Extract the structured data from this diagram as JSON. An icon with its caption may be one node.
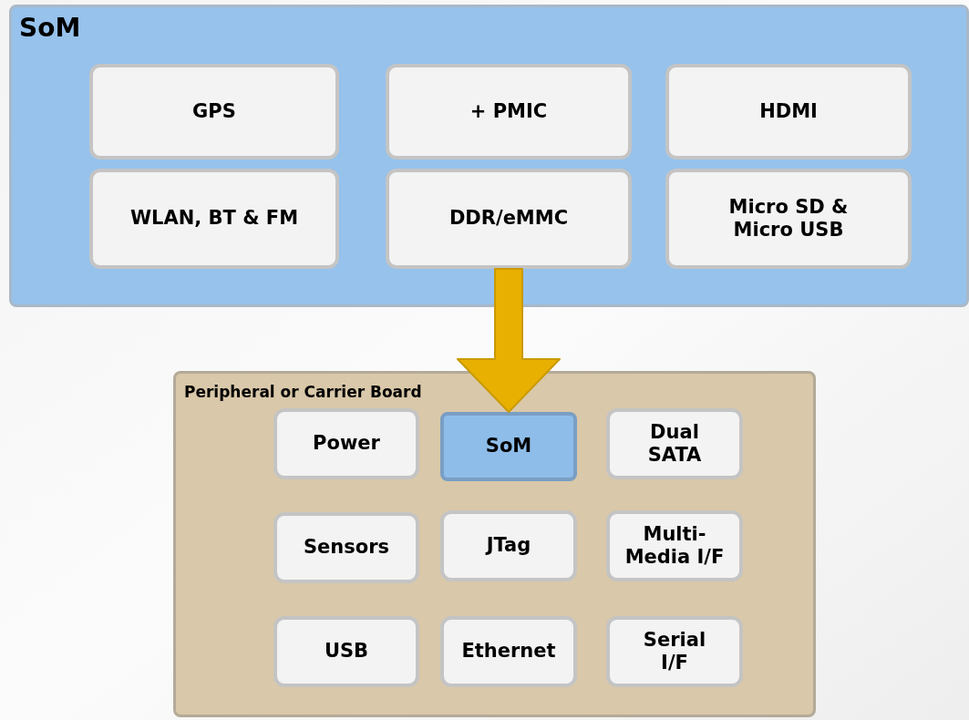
{
  "diagram": {
    "nodes": [
      {
        "text": [
          "SoM"
        ]
      },
      {
        "text": [
          "GPS"
        ],
        "in": 0
      },
      {
        "text": [
          "+ PMIC"
        ],
        "in": 0
      },
      {
        "text": [
          "HDMI"
        ],
        "in": 0
      },
      {
        "text": [
          "WLAN, BT & FM"
        ],
        "in": 0
      },
      {
        "text": [
          "DDR/eMMC"
        ],
        "in": 0
      },
      {
        "text": [
          "Micro SD & Micro USB"
        ],
        "in": 0
      },
      {
        "text": [
          "Peripheral or Carrier Board"
        ]
      },
      {
        "text": [
          "Power"
        ],
        "in": 7
      },
      {
        "text": [
          "SoM"
        ],
        "in": 7
      },
      {
        "text": [
          "Dual SATA"
        ],
        "in": 7
      },
      {
        "text": [
          "Sensors"
        ],
        "in": 7
      },
      {
        "text": [
          "JTag"
        ],
        "in": 7
      },
      {
        "text": [
          "Multi-Media I/F"
        ],
        "in": 7
      },
      {
        "text": [
          "USB"
        ],
        "in": 7
      },
      {
        "text": [
          "Ethernet"
        ],
        "in": 7
      },
      {
        "text": [
          "Serial I/F"
        ],
        "in": 7
      }
    ],
    "edges": [
      {
        "from": 5,
        "to": 9,
        "arrow": "to",
        "style": "thick",
        "color": "#e8b000"
      }
    ]
  }
}
